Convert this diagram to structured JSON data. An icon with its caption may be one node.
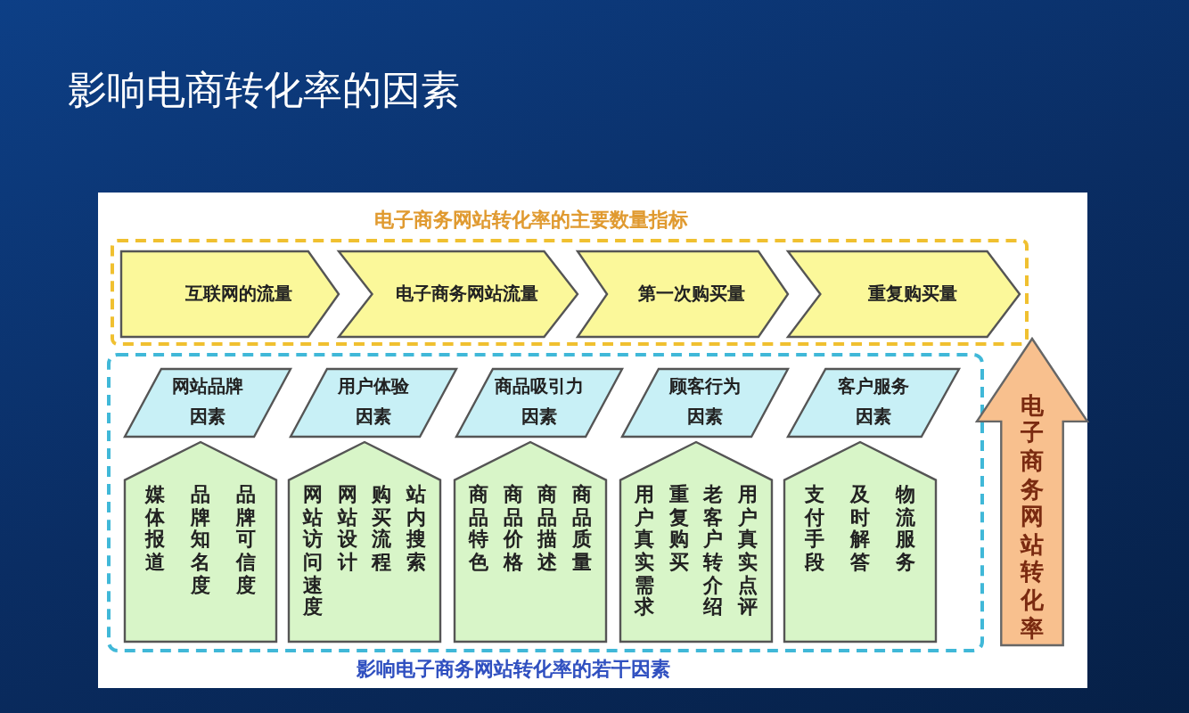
{
  "diagram": {
    "title": "影响电商转化率的因素",
    "nodes": [
      {
        "text": [
          "电子商务网站转化率的主要数量指标"
        ]
      },
      {
        "text": [
          "互联网的流量"
        ],
        "in": 0
      },
      {
        "text": [
          "电子商务网站流量"
        ],
        "in": 0
      },
      {
        "text": [
          "第一次购买量"
        ],
        "in": 0
      },
      {
        "text": [
          "重复购买量"
        ],
        "in": 0
      },
      {
        "text": [
          "影响电子商务网站转化率的若干因素"
        ]
      },
      {
        "text": [
          "网站品牌因素"
        ],
        "in": 5
      },
      {
        "text": [
          "用户体验因素"
        ],
        "in": 5
      },
      {
        "text": [
          "商品吸引力因素"
        ],
        "in": 5
      },
      {
        "text": [
          "顾客行为因素"
        ],
        "in": 5
      },
      {
        "text": [
          "客户服务因素"
        ],
        "in": 5
      },
      {
        "text": [
          "媒体报道",
          "品牌知名度",
          "品牌可信度"
        ],
        "in": 5
      },
      {
        "text": [
          "网站访问速度",
          "网站设计",
          "购买流程",
          "站内搜索"
        ],
        "in": 5
      },
      {
        "text": [
          "商品特色",
          "商品价格",
          "商品描述",
          "商品质量"
        ],
        "in": 5
      },
      {
        "text": [
          "用户真实需求",
          "重复购买",
          "老客户转介绍",
          "用户真实点评"
        ],
        "in": 5
      },
      {
        "text": [
          "支付手段",
          "及时解答",
          "物流服务"
        ],
        "in": 5
      },
      {
        "text": [
          "电子商务网站转化率"
        ]
      }
    ],
    "edges": []
  }
}
